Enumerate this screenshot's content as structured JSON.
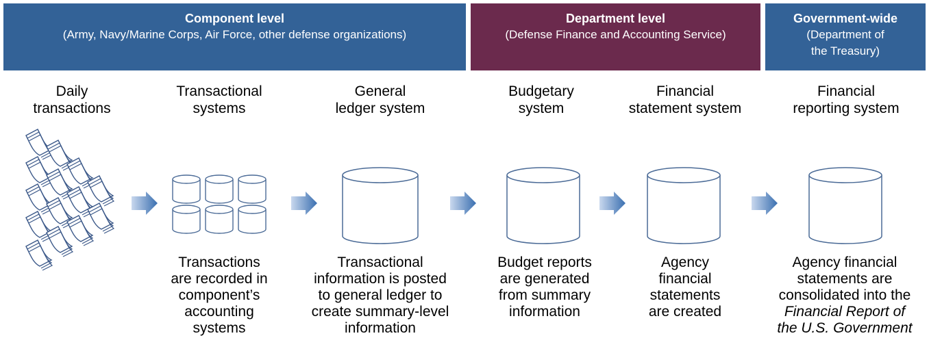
{
  "bands": [
    {
      "title": "Component level",
      "subtitle": "(Army, Navy/Marine Corps, Air Force, other defense organizations)",
      "color": "#336297"
    },
    {
      "title": "Department level",
      "subtitle": "(Defense Finance and Accounting Service)",
      "color": "#6b2a4d"
    },
    {
      "title": "Government-wide",
      "subtitle_lines": [
        "(Department of",
        "the Treasury)"
      ],
      "color": "#336297"
    }
  ],
  "stages": [
    {
      "header": [
        "Daily",
        "transactions"
      ]
    },
    {
      "header": [
        "Transactional",
        "systems"
      ],
      "description": [
        "Transactions",
        "are recorded in",
        "component’s",
        "accounting",
        "systems"
      ]
    },
    {
      "header": [
        "General",
        "ledger system"
      ],
      "description": [
        "Transactional",
        "information is posted",
        "to general ledger to",
        "create summary-level",
        "information"
      ]
    },
    {
      "header": [
        "Budgetary",
        "system"
      ],
      "description": [
        "Budget reports",
        "are generated",
        "from summary",
        "information"
      ]
    },
    {
      "header": [
        "Financial",
        "statement system"
      ],
      "description": [
        "Agency",
        "financial",
        "statements",
        "are created"
      ]
    },
    {
      "header": [
        "Financial",
        "reporting system"
      ],
      "description": [
        "Agency financial",
        "statements are",
        "consolidated into the",
        "Financial Report of",
        "the U.S. Government"
      ],
      "italic_lines": [
        3,
        4
      ]
    }
  ],
  "icons": {
    "documents": "document-icon",
    "database": "database-icon",
    "arrow": "arrow-right-icon"
  },
  "colors": {
    "arrow": "#3a6fb0",
    "outline": "#4a6a96"
  }
}
